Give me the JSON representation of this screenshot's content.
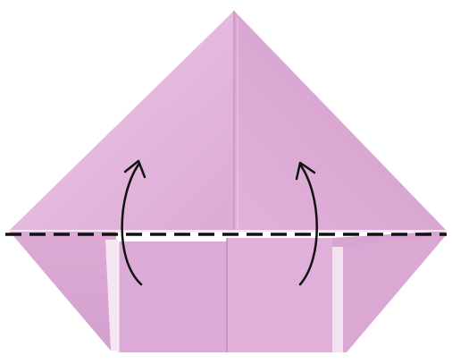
{
  "colors": {
    "background": "#ffffff",
    "paper_light": "#e8bde0",
    "paper_mid": "#d9a6d2",
    "paper_dark": "#c58fbe",
    "paper_edge": "#f4e6f1",
    "ink": "#111111"
  },
  "illustration": {
    "subject": "origami-fold-step",
    "arrows": [
      "fold-up-arrow",
      "fold-up-arrow"
    ],
    "fold_line_style": "dashed"
  }
}
